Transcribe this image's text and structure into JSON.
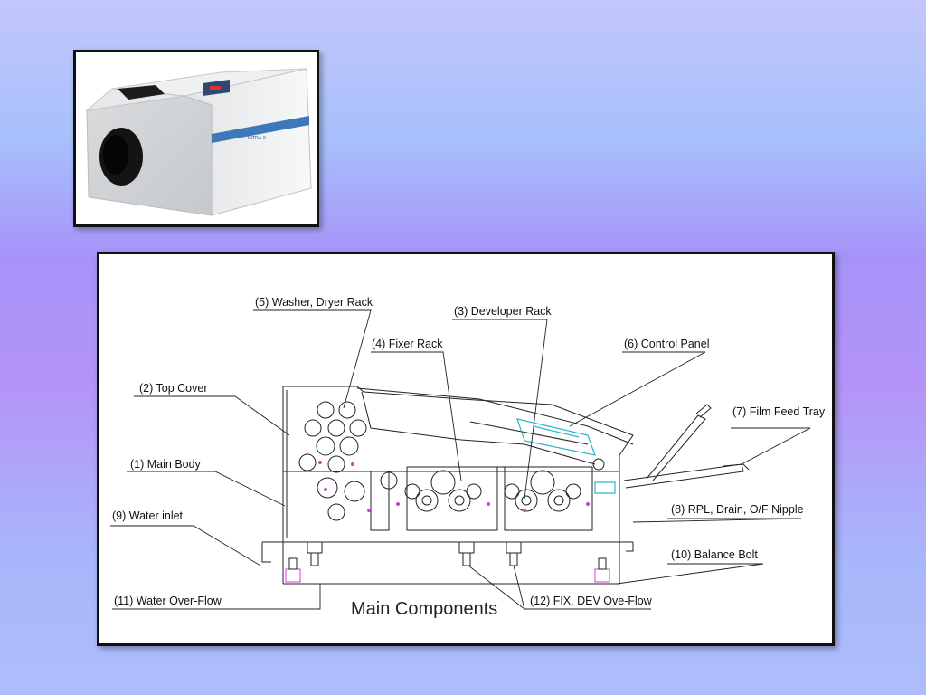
{
  "photo": {
    "brand_text": "INTRA-X"
  },
  "diagram": {
    "caption": "Main Components",
    "labels": {
      "washer_dryer_rack": "(5) Washer, Dryer Rack",
      "developer_rack": "(3) Developer Rack",
      "fixer_rack": "(4) Fixer Rack",
      "control_panel": "(6) Control Panel",
      "top_cover": "(2) Top Cover",
      "film_feed_tray": "(7) Film Feed Tray",
      "main_body": "(1) Main Body",
      "rpl_drain": "(8) RPL, Drain, O/F Nipple",
      "water_inlet": "(9) Water inlet",
      "balance_bolt": "(10) Balance Bolt",
      "water_overflow": "(11) Water Over-Flow",
      "fix_dev_overflow": "(12) FIX, DEV Ove-Flow"
    }
  },
  "colors": {
    "background_top": "#c3c7fb",
    "background_mid": "#a693f9",
    "accent_cyan": "#2ab7c9",
    "accent_magenta": "#d13fd1",
    "device_stripe": "#3d78b8"
  }
}
